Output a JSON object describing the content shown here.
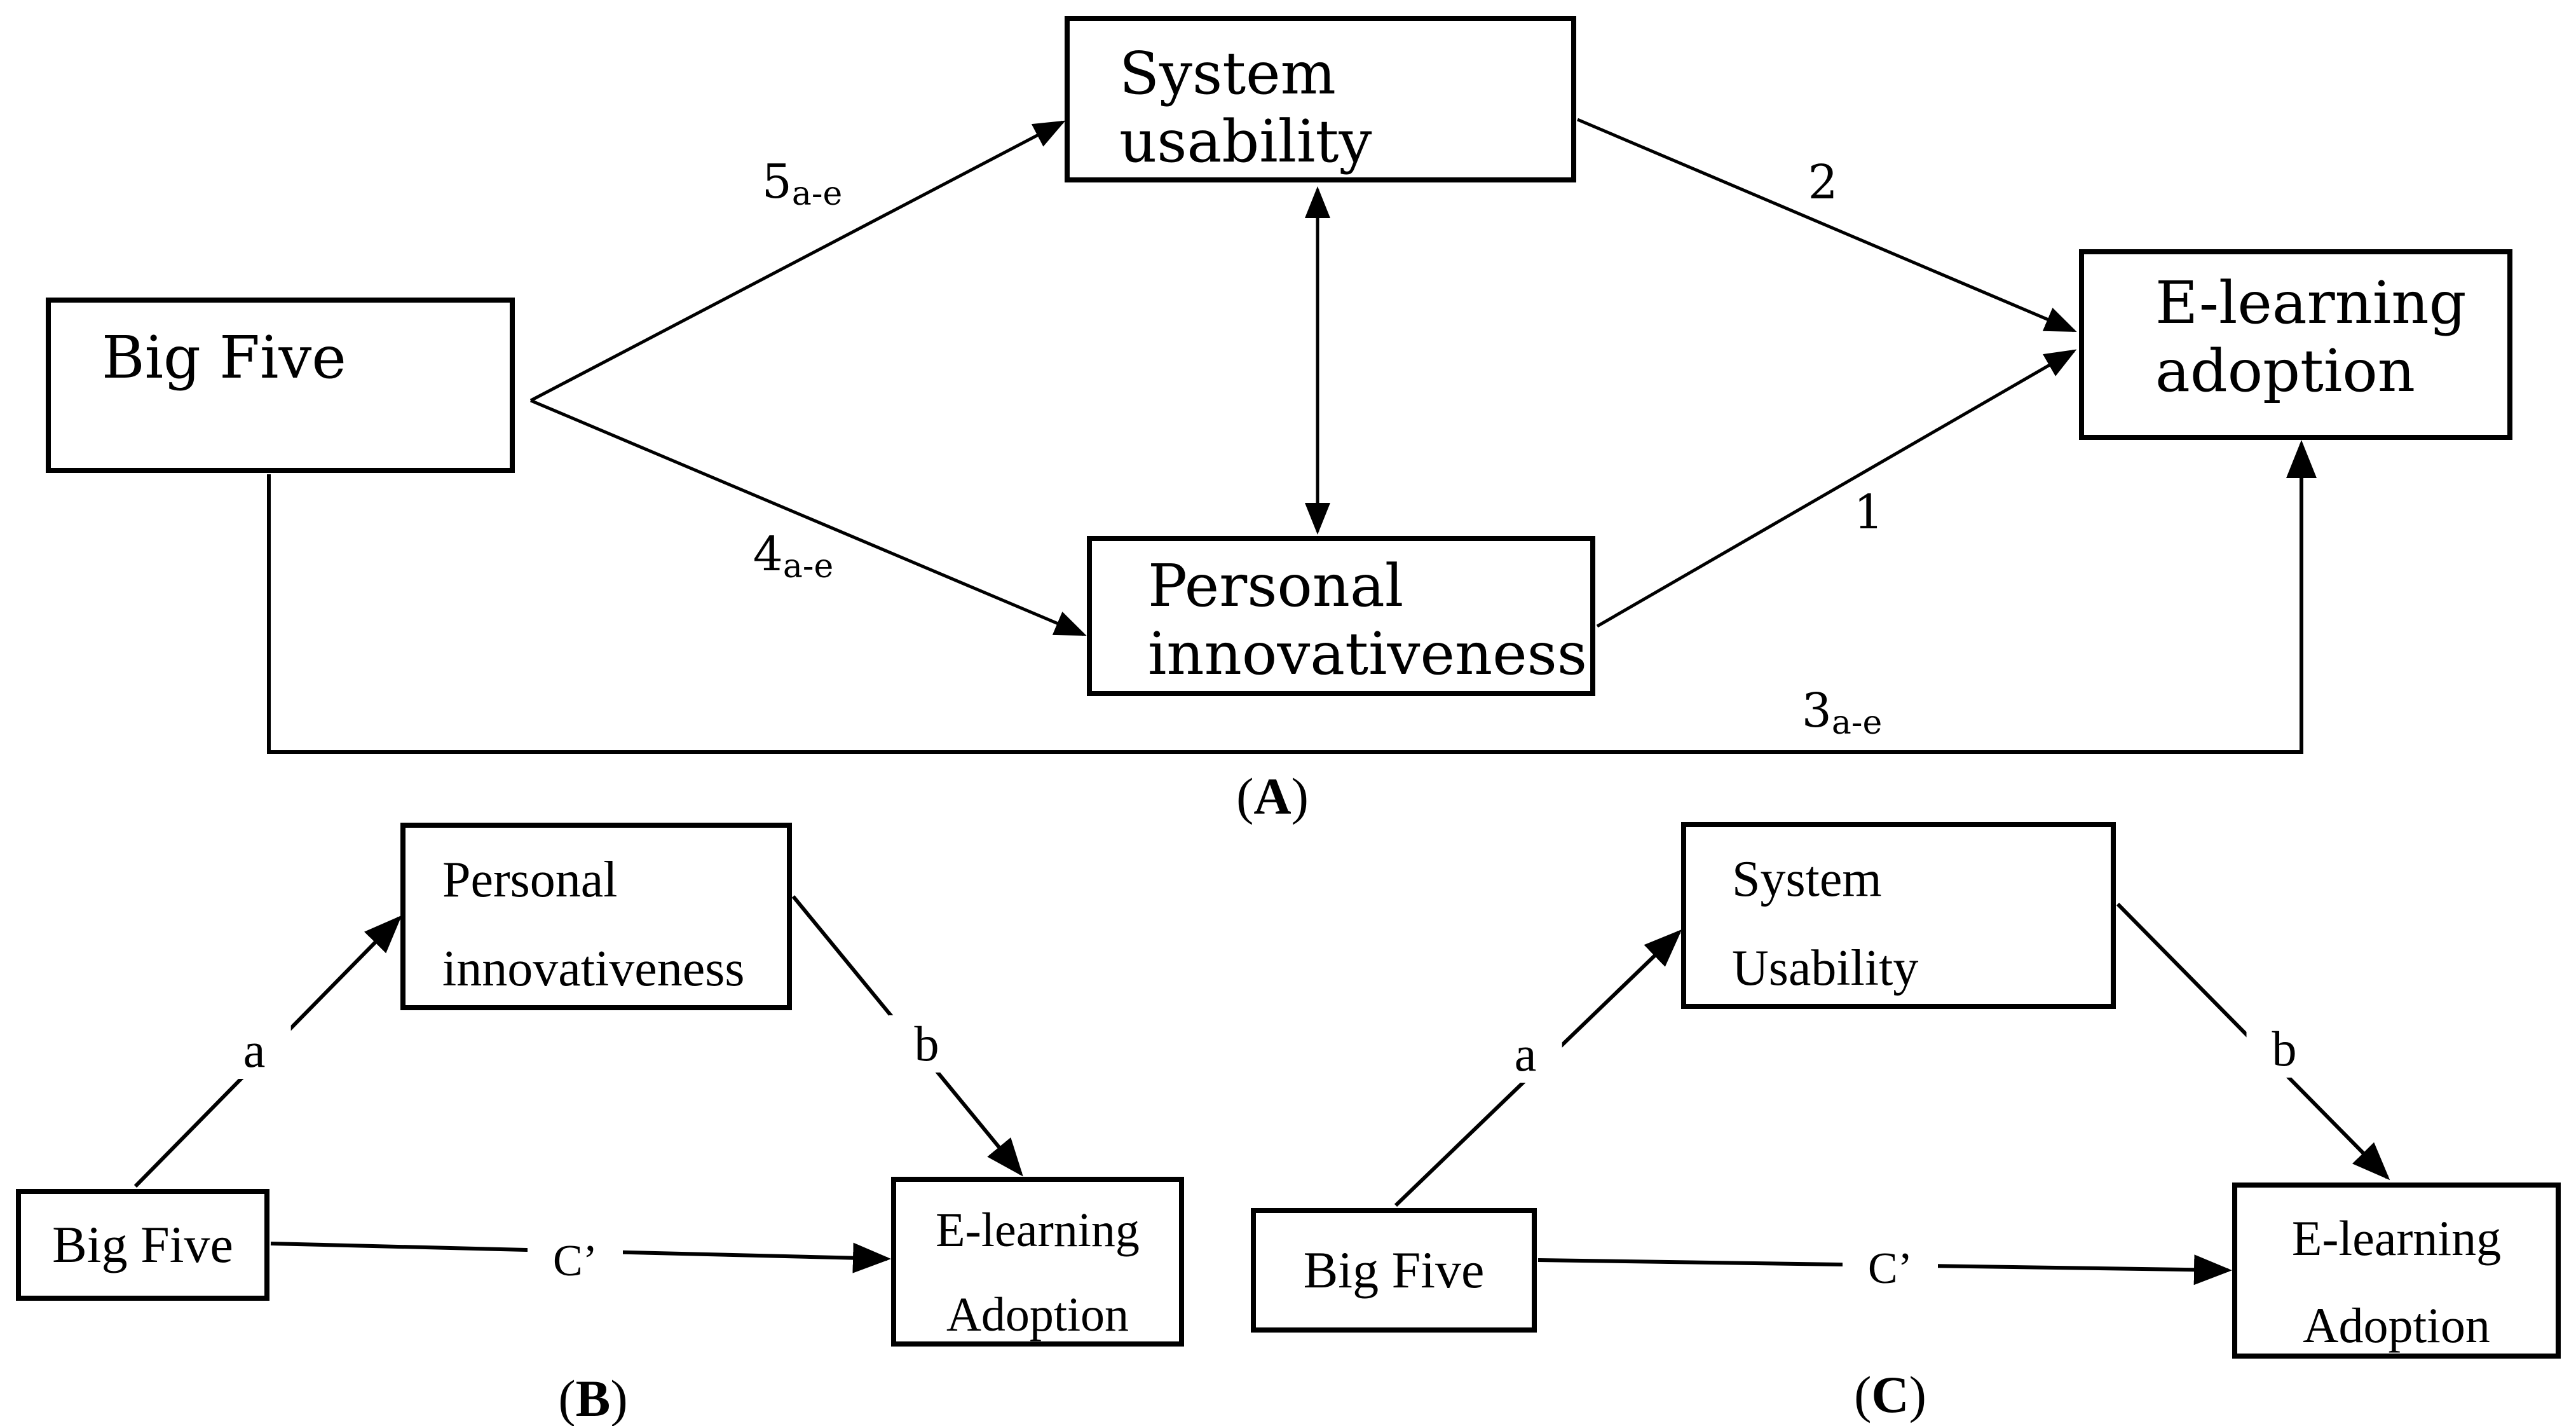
{
  "colors": {
    "ink": "#000000",
    "paper": "#ffffff"
  },
  "panel_a": {
    "caption": {
      "open": "(",
      "letter": "A",
      "close": ")"
    },
    "big_five": {
      "label": "Big Five"
    },
    "system_usability": {
      "line1": "System",
      "line2": "usability"
    },
    "personal_innovativeness": {
      "line1": "Personal",
      "line2": "innovativeness"
    },
    "e_learning_adoption": {
      "line1": "E-learning",
      "line2": "adoption"
    },
    "paths": {
      "p5": {
        "base": "5",
        "sub": "a-e"
      },
      "p4": {
        "base": "4",
        "sub": "a-e"
      },
      "p3": {
        "base": "3",
        "sub": "a-e"
      },
      "p2": {
        "base": "2"
      },
      "p1": {
        "base": "1"
      }
    }
  },
  "panel_b": {
    "caption": {
      "open": "(",
      "letter": "B",
      "close": ")"
    },
    "big_five": {
      "label": "Big Five"
    },
    "personal_innovativeness": {
      "line1": "Personal",
      "line2": "innovativeness"
    },
    "e_learning_adoption": {
      "line1": "E-learning",
      "line2": "Adoption"
    },
    "paths": {
      "a": "a",
      "b": "b",
      "c_prime": "C’"
    }
  },
  "panel_c": {
    "caption": {
      "open": "(",
      "letter": "C",
      "close": ")"
    },
    "big_five": {
      "label": "Big Five"
    },
    "system_usability": {
      "line1": "System",
      "line2": "Usability"
    },
    "e_learning_adoption": {
      "line1": "E-learning",
      "line2": "Adoption"
    },
    "paths": {
      "a": "a",
      "b": "b",
      "c_prime": "C’"
    }
  }
}
